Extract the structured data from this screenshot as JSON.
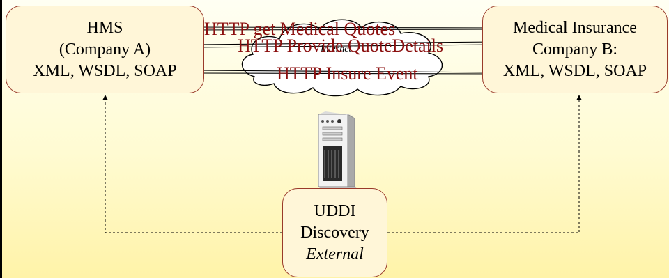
{
  "company_a": {
    "lines": [
      "HMS",
      "(Company A)",
      "XML, WSDL, SOAP"
    ]
  },
  "company_b": {
    "lines": [
      "Medical Insurance",
      "Company B:",
      "XML, WSDL, SOAP"
    ]
  },
  "uddi": {
    "line1": "UDDI",
    "line2": "Discovery",
    "line3": "External"
  },
  "cloud": {
    "label": "Internet"
  },
  "messages": [
    "HTTP get Medical Quotes",
    "HTTP Provide QuoteDetails",
    "HTTP Insure Event"
  ],
  "colors": {
    "message_text": "#8b0f0f",
    "box_border": "#9a3a2a",
    "background_top": "#fffff3",
    "background_bottom": "#fff3a8"
  },
  "icons": {
    "server": "server-tower-icon",
    "cloud": "cloud-icon"
  }
}
